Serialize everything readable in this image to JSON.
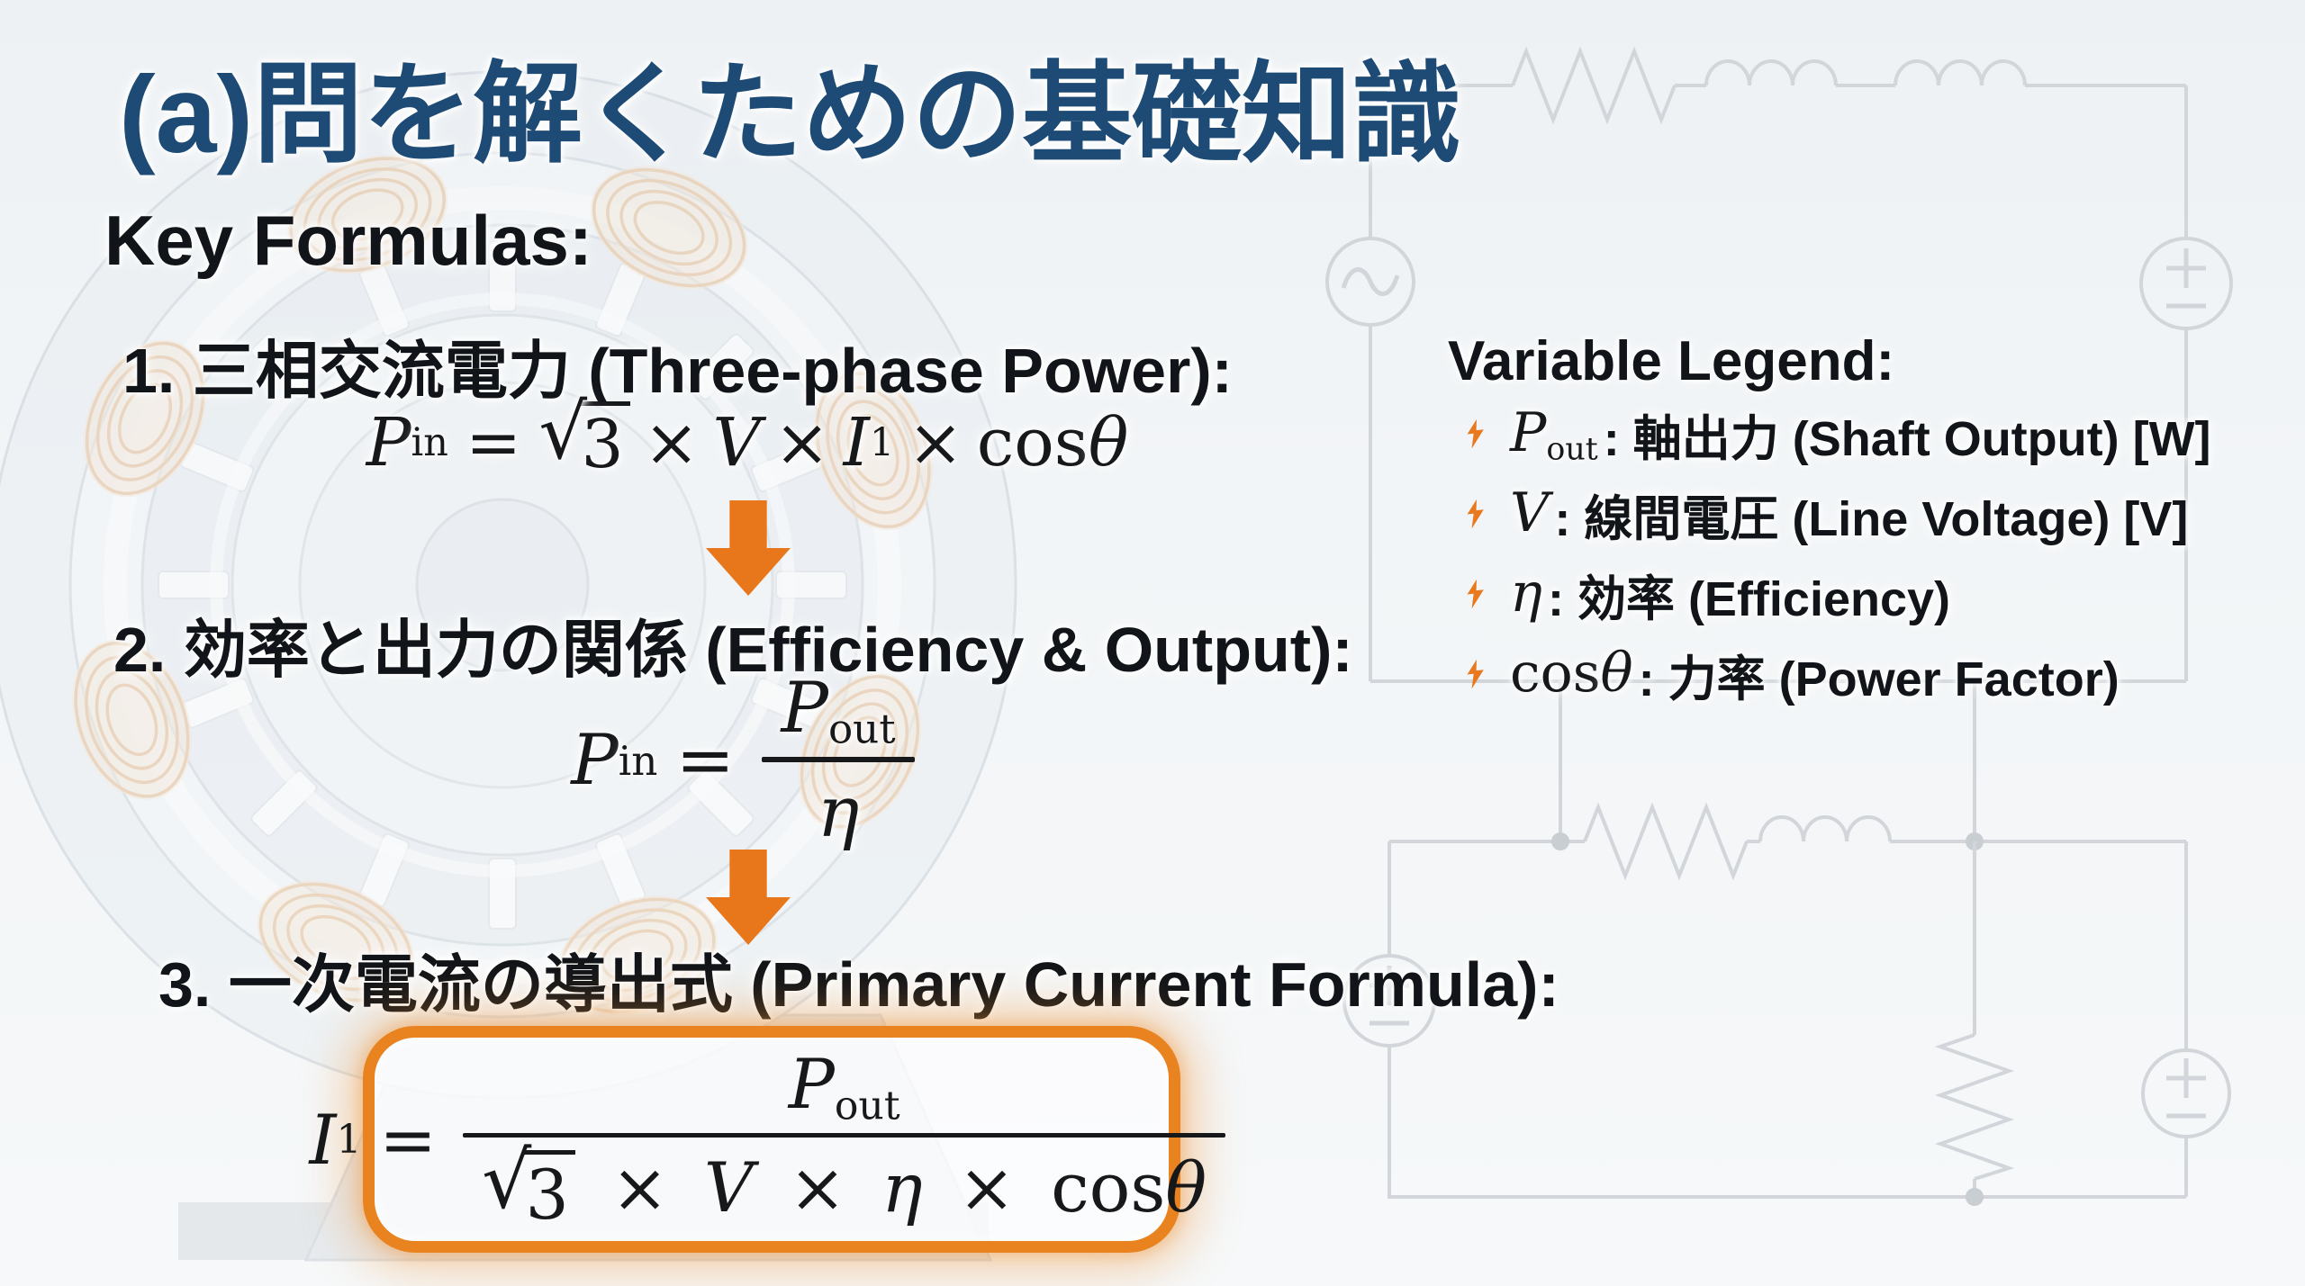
{
  "title": "(a)問を解くための基礎知識",
  "section_heading": "Key Formulas:",
  "formulas": [
    {
      "heading": "1. 三相交流電力 (Three-phase Power):",
      "math": {
        "lhs": "P",
        "lhs_sub": "in",
        "eq": "=",
        "rad": "√",
        "radicand": "3",
        "t1": "×",
        "v": "V",
        "t2": "×",
        "i": "I",
        "i_sub": "1",
        "t3": "×",
        "cos": "cos",
        "theta": "θ"
      }
    },
    {
      "heading": "2. 効率と出力の関係 (Efficiency & Output):",
      "math": {
        "lhs": "P",
        "lhs_sub": "in",
        "eq": "=",
        "num": "P",
        "num_sub": "out",
        "den": "η"
      }
    },
    {
      "heading": "3. 一次電流の導出式 (Primary Current Formula):",
      "math": {
        "lhs": "I",
        "lhs_sub": "1",
        "eq": "=",
        "num": "P",
        "num_sub": "out",
        "rad": "√",
        "radicand": "3",
        "t1": "×",
        "v": "V",
        "t2": "×",
        "eta": "η",
        "t3": "×",
        "cos": "cos",
        "theta": "θ"
      }
    }
  ],
  "legend": {
    "heading": "Variable Legend:",
    "items": [
      {
        "rm": "",
        "it": "P",
        "sub": "out",
        "desc": ": 軸出力 (Shaft Output) [W]"
      },
      {
        "rm": "",
        "it": "V",
        "sub": "",
        "desc": ": 線間電圧 (Line Voltage) [V]"
      },
      {
        "rm": "",
        "it": "η",
        "sub": "",
        "desc": ": 効率 (Efficiency)"
      },
      {
        "rm": "cos",
        "it": "θ",
        "sub": "",
        "desc": ": 力率 (Power Factor)"
      }
    ]
  },
  "icons": {
    "legend_bullet": "lightning-bolt",
    "flow_arrow": "down-block-arrow"
  },
  "colors": {
    "title_navy": "#1d4b76",
    "accent_orange": "#e8791f",
    "text_black": "#111418",
    "circuit_gray": "#d2d6da"
  }
}
